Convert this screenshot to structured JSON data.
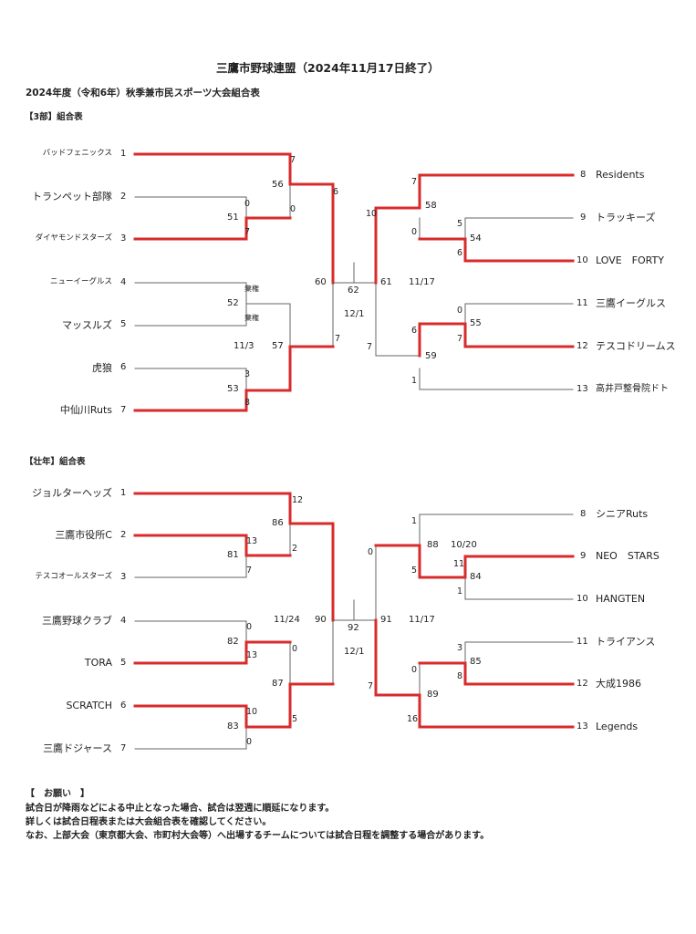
{
  "header": {
    "title": "三鷹市野球連盟（2024年11月17日終了）",
    "subtitle": "2024年度（令和6年）秋季兼市民スポーツ大会組合表"
  },
  "bracket3": {
    "label": "【3部】組合表",
    "left_teams": [
      {
        "seed": "1",
        "name": "バッドフェニックス"
      },
      {
        "seed": "2",
        "name": "トランペット部隊"
      },
      {
        "seed": "3",
        "name": "ダイヤモンドスターズ"
      },
      {
        "seed": "4",
        "name": "ニューイーグルス"
      },
      {
        "seed": "5",
        "name": "マッスルズ"
      },
      {
        "seed": "6",
        "name": "虎狼"
      },
      {
        "seed": "7",
        "name": "中仙川Ruts"
      }
    ],
    "right_teams": [
      {
        "seed": "8",
        "name": "Residents"
      },
      {
        "seed": "9",
        "name": "トラッキーズ"
      },
      {
        "seed": "10",
        "name": "LOVE　FORTY"
      },
      {
        "seed": "11",
        "name": "三鷹イーグルス"
      },
      {
        "seed": "12",
        "name": "テスコドリームス"
      },
      {
        "seed": "13",
        "name": "高井戸整骨院ドト"
      }
    ],
    "matches": {
      "m51": "51",
      "m52": "52",
      "m53": "53",
      "m56": "56",
      "m57": "57",
      "m60": "60",
      "m54": "54",
      "m55": "55",
      "m58": "58",
      "m59": "59",
      "m61": "61",
      "m62": "62"
    },
    "scores": {
      "m51_t": "0",
      "m51_b": "7",
      "m52_t": "棄権",
      "m52_b": "棄権",
      "m53_t": "3",
      "m53_b": "8",
      "m56_t": "7",
      "m56_b": "0",
      "m60_t": "6",
      "m60_b": "7",
      "m54_t": "5",
      "m54_b": "6",
      "m55_t": "0",
      "m55_b": "7",
      "m58_t": "7",
      "m58_b": "0",
      "m59_t": "6",
      "m59_b": "1",
      "m61_t": "10",
      "m61_b": "7"
    },
    "dates": {
      "left": "11/3",
      "right": "11/17",
      "final": "12/1"
    }
  },
  "bracketS": {
    "label": "【壮年】組合表",
    "left_teams": [
      {
        "seed": "1",
        "name": "ジョルターヘッズ"
      },
      {
        "seed": "2",
        "name": "三鷹市役所C"
      },
      {
        "seed": "3",
        "name": "テスコオールスターズ"
      },
      {
        "seed": "4",
        "name": "三鷹野球クラブ"
      },
      {
        "seed": "5",
        "name": "TORA"
      },
      {
        "seed": "6",
        "name": "SCRATCH"
      },
      {
        "seed": "7",
        "name": "三鷹ドジャース"
      }
    ],
    "right_teams": [
      {
        "seed": "8",
        "name": "シニアRuts"
      },
      {
        "seed": "9",
        "name": "NEO　STARS"
      },
      {
        "seed": "10",
        "name": "HANGTEN"
      },
      {
        "seed": "11",
        "name": "トライアンス"
      },
      {
        "seed": "12",
        "name": "大成1986"
      },
      {
        "seed": "13",
        "name": "Legends"
      }
    ],
    "matches": {
      "m81": "81",
      "m82": "82",
      "m83": "83",
      "m86": "86",
      "m87": "87",
      "m90": "90",
      "m84": "84",
      "m85": "85",
      "m88": "88",
      "m89": "89",
      "m91": "91",
      "m92": "92"
    },
    "scores": {
      "m81_t": "13",
      "m81_b": "7",
      "m82_t": "0",
      "m82_b": "13",
      "m83_t": "10",
      "m83_b": "0",
      "m86_t": "12",
      "m86_b": "2",
      "m87_t": "0",
      "m87_b": "5",
      "m84_t": "11",
      "m84_b": "1",
      "m85_t": "3",
      "m85_b": "8",
      "m88_t": "1",
      "m88_b": "5",
      "m89_t": "0",
      "m89_b": "16",
      "m91_t": "0",
      "m91_b": "7"
    },
    "dates": {
      "left": "11/24",
      "right": "11/17",
      "final": "12/1",
      "r84": "10/20"
    }
  },
  "notes": {
    "heading": "【　お願い　】",
    "line1": "試合日が降雨などによる中止となった場合、試合は翌週に順延になります。",
    "line2": "詳しくは試合日程表または大会組合表を確認してください。",
    "line3": "なお、上部大会（東京都大会、市町村大会等）へ出場するチームについては試合日程を調整する場合があります。"
  },
  "colors": {
    "winner_line": "#d92b2b",
    "line": "#666666"
  }
}
